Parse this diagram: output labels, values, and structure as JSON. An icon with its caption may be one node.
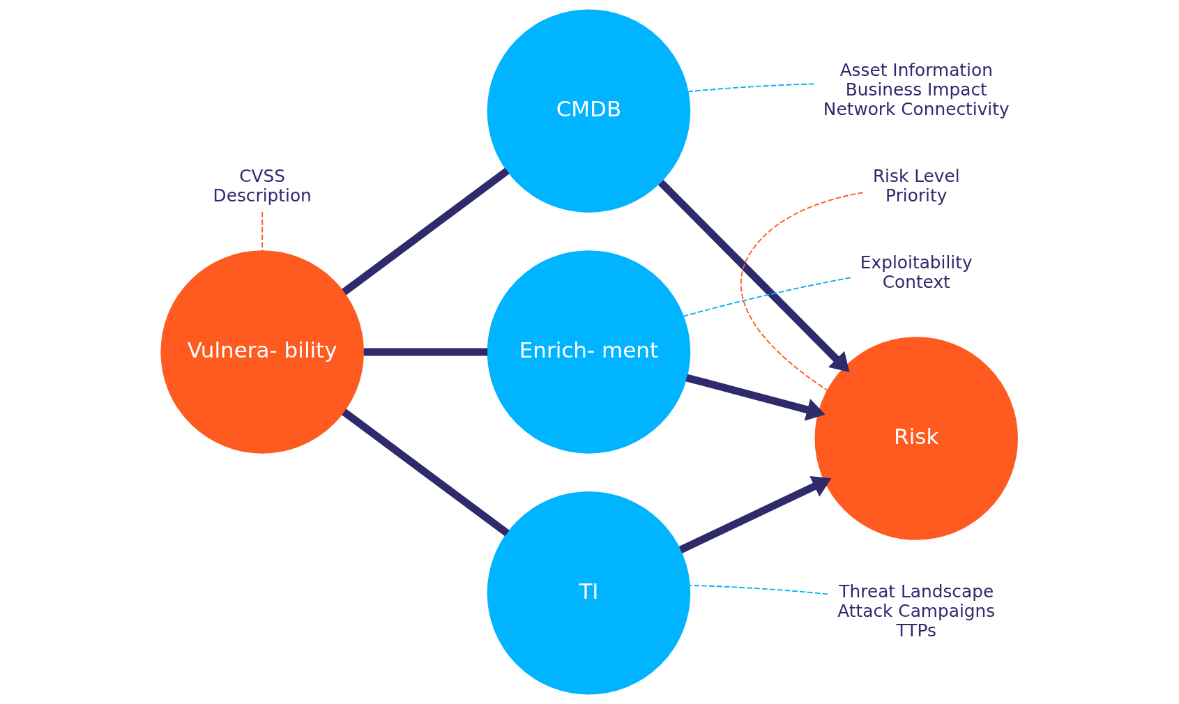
{
  "diagram": {
    "nodes": [
      {
        "text": [
          "Vulnera- bility"
        ]
      },
      {
        "text": [
          "CMDB"
        ]
      },
      {
        "text": [
          "Enrich- ment"
        ]
      },
      {
        "text": [
          "TI"
        ]
      },
      {
        "text": [
          "Risk"
        ]
      },
      {
        "text": [
          "Asset Information",
          "Business Impact",
          "Network Connectivity"
        ]
      },
      {
        "text": [
          "Exploitability",
          "Context"
        ]
      },
      {
        "text": [
          "Threat Landscape",
          "Attack Campaigns",
          "TTPs"
        ]
      },
      {
        "text": [
          "CVSS",
          "Description"
        ]
      },
      {
        "text": [
          "Risk Level",
          "Priority"
        ]
      }
    ],
    "edges": [
      {
        "from": 0,
        "to": 1,
        "arrow": "none"
      },
      {
        "from": 0,
        "to": 2,
        "arrow": "none"
      },
      {
        "from": 0,
        "to": 3,
        "arrow": "none"
      },
      {
        "from": 1,
        "to": 4,
        "arrow": "to"
      },
      {
        "from": 2,
        "to": 4,
        "arrow": "to"
      },
      {
        "from": 3,
        "to": 4,
        "arrow": "to"
      },
      {
        "from": 5,
        "to": 1,
        "arrow": "none",
        "style": "dashed",
        "color": "#00b0f0"
      },
      {
        "from": 6,
        "to": 2,
        "arrow": "none",
        "style": "dashed",
        "color": "#00b0f0"
      },
      {
        "from": 7,
        "to": 3,
        "arrow": "none",
        "style": "dashed",
        "color": "#00b0f0"
      },
      {
        "from": 8,
        "to": 0,
        "arrow": "none",
        "style": "dashed",
        "color": "#ff5a1f"
      },
      {
        "from": 9,
        "to": 4,
        "arrow": "none",
        "style": "dashed",
        "color": "#ff5a1f"
      }
    ]
  }
}
